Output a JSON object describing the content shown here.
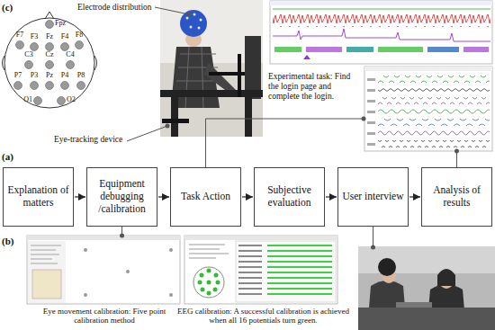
{
  "diagram": {
    "nodes": [
      {
        "text": [
          "Explanation of matters"
        ]
      },
      {
        "text": [
          "Equipment debugging /calibration"
        ]
      },
      {
        "text": [
          "Task Action"
        ]
      },
      {
        "text": [
          "Subjective evaluation"
        ]
      },
      {
        "text": [
          "User interview"
        ]
      },
      {
        "text": [
          "Analysis of results"
        ]
      }
    ],
    "edges": [
      {
        "from": 0,
        "to": 1,
        "arrow": "to"
      },
      {
        "from": 1,
        "to": 2,
        "arrow": "to"
      },
      {
        "from": 2,
        "to": 3,
        "arrow": "to"
      },
      {
        "from": 3,
        "to": 4,
        "arrow": "to"
      },
      {
        "from": 4,
        "to": 5,
        "arrow": "to"
      }
    ],
    "labels": [
      "(c)",
      "Electrode distribution",
      "Eye-tracking device",
      "Experimental task: Find the login page and complete the login.",
      "(a)",
      "(b)",
      "Eye movement calibration: Five point calibration method",
      "EEG calibration: A successful calibration is achieved when all 16 potentials turn green.",
      "Fpz",
      "F7",
      "F3",
      "Fz",
      "F4",
      "F8",
      "C3",
      "Cz",
      "C4",
      "P7",
      "P3",
      "Pz",
      "P4",
      "P8",
      "O1",
      "O2"
    ]
  }
}
